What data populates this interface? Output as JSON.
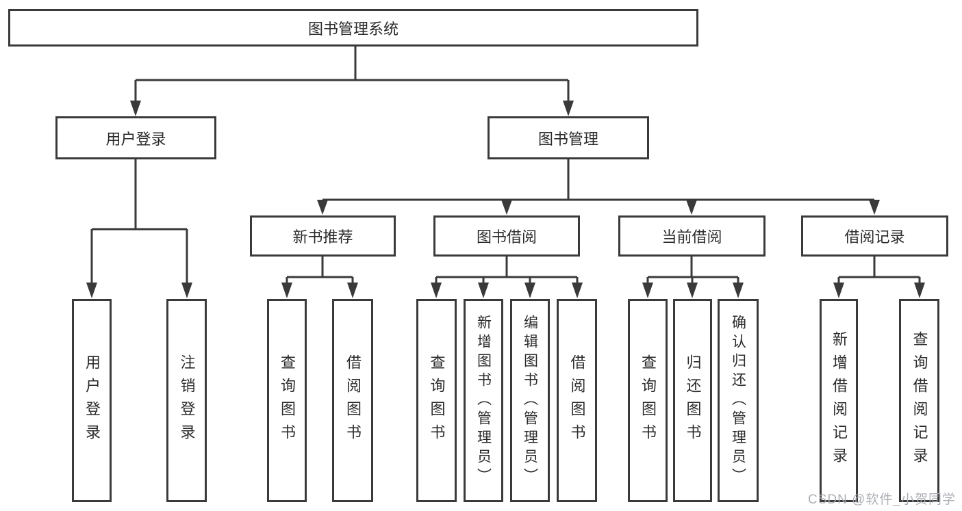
{
  "diagram_type": "org-tree",
  "colors": {
    "line": "#3a3a3a",
    "text": "#2b2b2b",
    "background": "#ffffff",
    "watermark": "#a8acb2"
  },
  "watermark": {
    "text": "CSDN @软件_小贺同学"
  },
  "tree": {
    "label": "图书管理系统",
    "children": [
      {
        "label": "用户登录",
        "children": [
          {
            "label": "用户登录"
          },
          {
            "label": "注销登录"
          }
        ]
      },
      {
        "label": "图书管理",
        "children": [
          {
            "label": "新书推荐",
            "children": [
              {
                "label": "查询图书"
              },
              {
                "label": "借阅图书"
              }
            ]
          },
          {
            "label": "图书借阅",
            "children": [
              {
                "label": "查询图书"
              },
              {
                "label": "新增图书（管理员）"
              },
              {
                "label": "编辑图书（管理员）"
              },
              {
                "label": "借阅图书"
              }
            ]
          },
          {
            "label": "当前借阅",
            "children": [
              {
                "label": "查询图书"
              },
              {
                "label": "归还图书"
              },
              {
                "label": "确认归还（管理员）"
              }
            ]
          },
          {
            "label": "借阅记录",
            "children": [
              {
                "label": "新增借阅记录"
              },
              {
                "label": "查询借阅记录"
              }
            ]
          }
        ]
      }
    ]
  }
}
